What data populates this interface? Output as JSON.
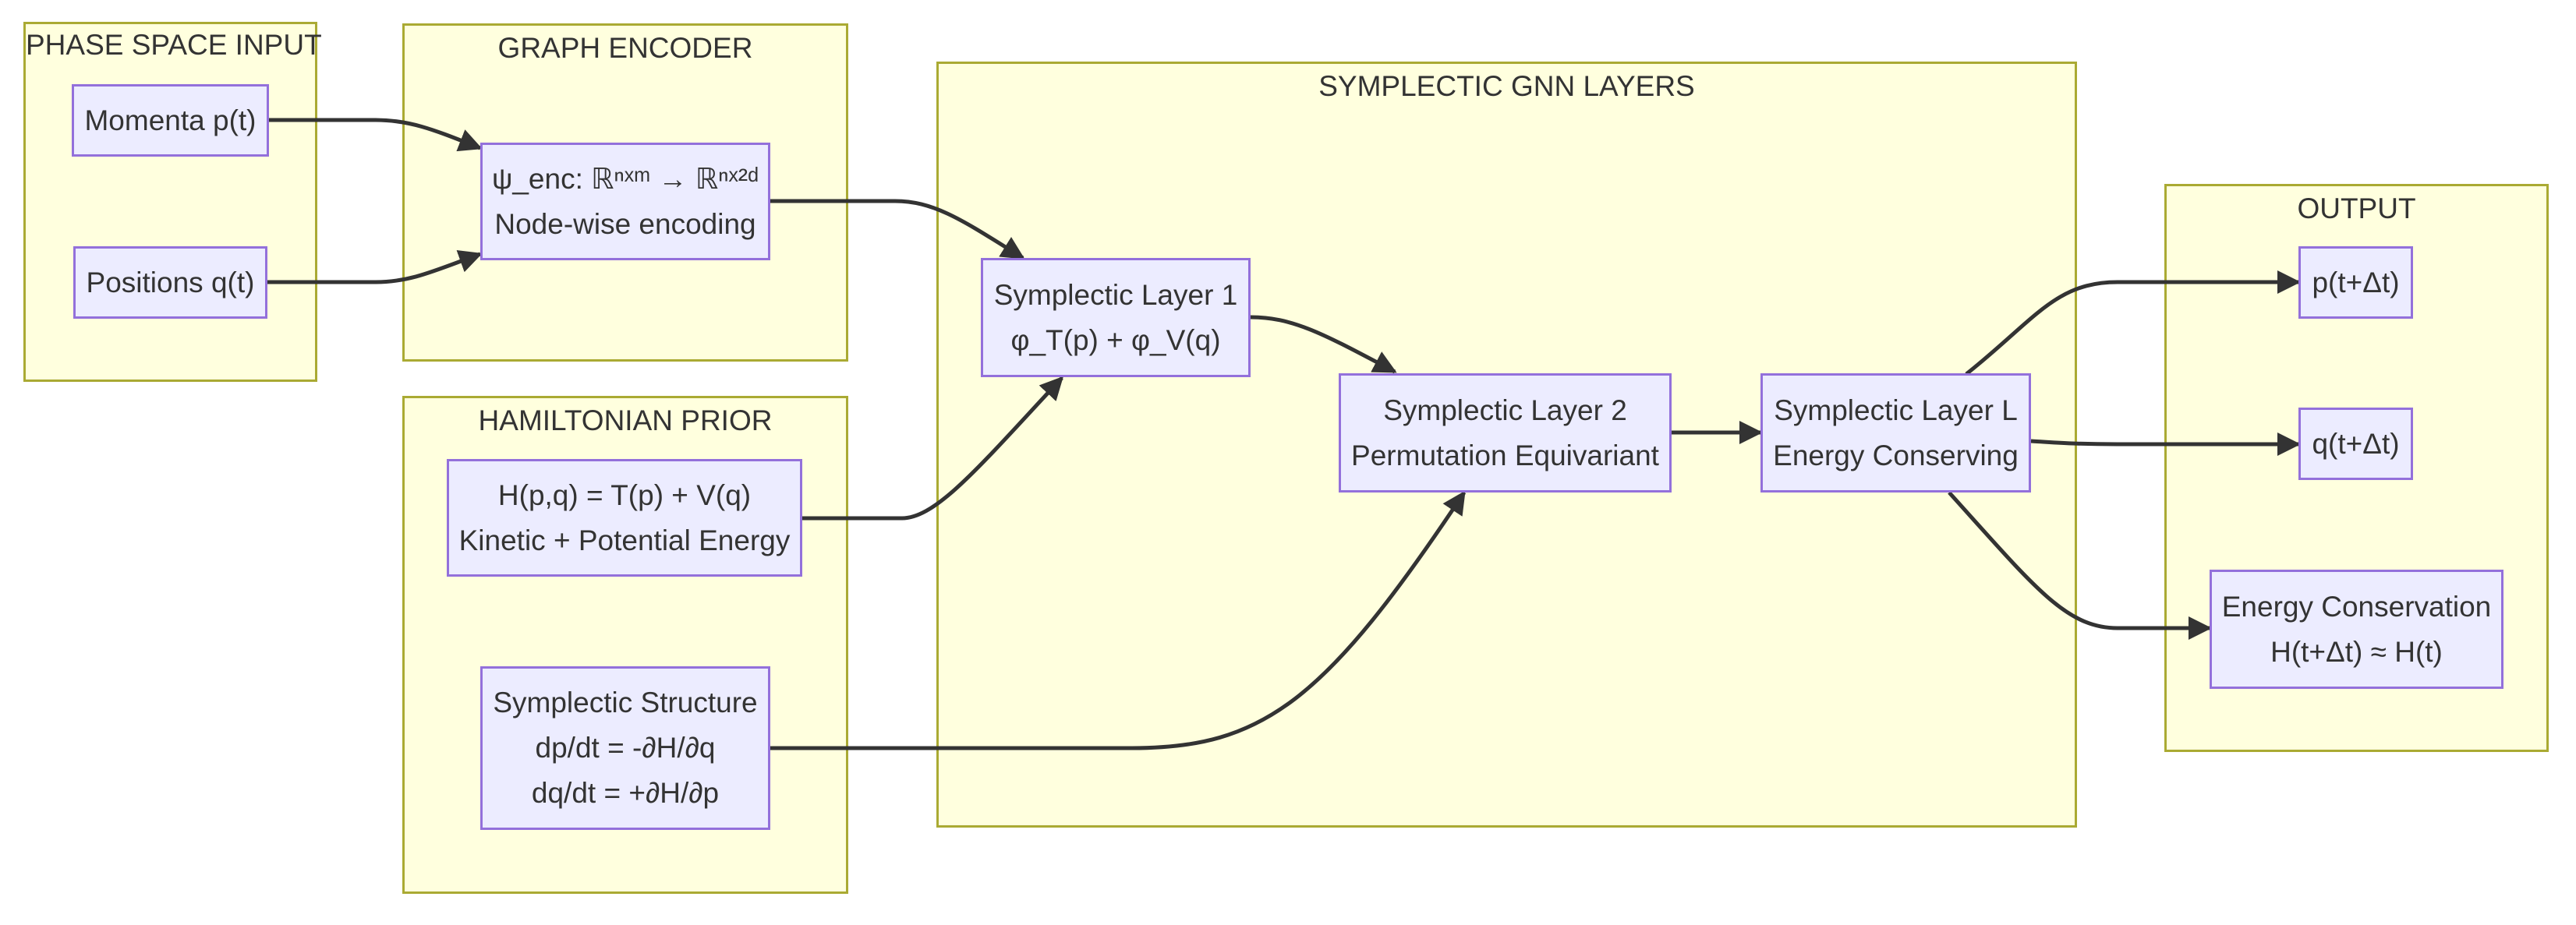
{
  "clusters": {
    "input": {
      "title": "PHASE SPACE INPUT"
    },
    "encoder": {
      "title": "GRAPH ENCODER"
    },
    "prior": {
      "title": "HAMILTONIAN PRIOR"
    },
    "layers": {
      "title": "SYMPLECTIC GNN LAYERS"
    },
    "output": {
      "title": "OUTPUT"
    }
  },
  "nodes": {
    "momenta": {
      "lines": [
        "Momenta p(t)"
      ]
    },
    "positions": {
      "lines": [
        "Positions q(t)"
      ]
    },
    "encode": {
      "lines": [
        "ψ_enc: ℝⁿˣᵐ → ℝⁿˣ²ᵈ",
        "Node-wise encoding"
      ]
    },
    "hamiltonian": {
      "lines": [
        "H(p,q) = T(p) + V(q)",
        "Kinetic + Potential Energy"
      ]
    },
    "structure": {
      "lines": [
        "Symplectic Structure",
        "dp/dt = -∂H/∂q",
        "dq/dt = +∂H/∂p"
      ]
    },
    "layer1": {
      "lines": [
        "Symplectic Layer 1",
        "φ_T(p) + φ_V(q)"
      ]
    },
    "layer2": {
      "lines": [
        "Symplectic Layer 2",
        "Permutation Equivariant"
      ]
    },
    "layerL": {
      "lines": [
        "Symplectic Layer L",
        "Energy Conserving"
      ]
    },
    "p_out": {
      "lines": [
        "p(t+Δt)"
      ]
    },
    "q_out": {
      "lines": [
        "q(t+Δt)"
      ]
    },
    "energy": {
      "lines": [
        "Energy Conservation",
        "H(t+Δt) ≈ H(t)"
      ]
    }
  },
  "edges": [
    {
      "from": "momenta",
      "to": "encode"
    },
    {
      "from": "positions",
      "to": "encode"
    },
    {
      "from": "encode",
      "to": "layer1"
    },
    {
      "from": "hamiltonian",
      "to": "layer1"
    },
    {
      "from": "layer1",
      "to": "layer2"
    },
    {
      "from": "structure",
      "to": "layer2"
    },
    {
      "from": "layer2",
      "to": "layerL"
    },
    {
      "from": "layerL",
      "to": "p_out"
    },
    {
      "from": "layerL",
      "to": "q_out"
    },
    {
      "from": "layerL",
      "to": "energy"
    }
  ]
}
